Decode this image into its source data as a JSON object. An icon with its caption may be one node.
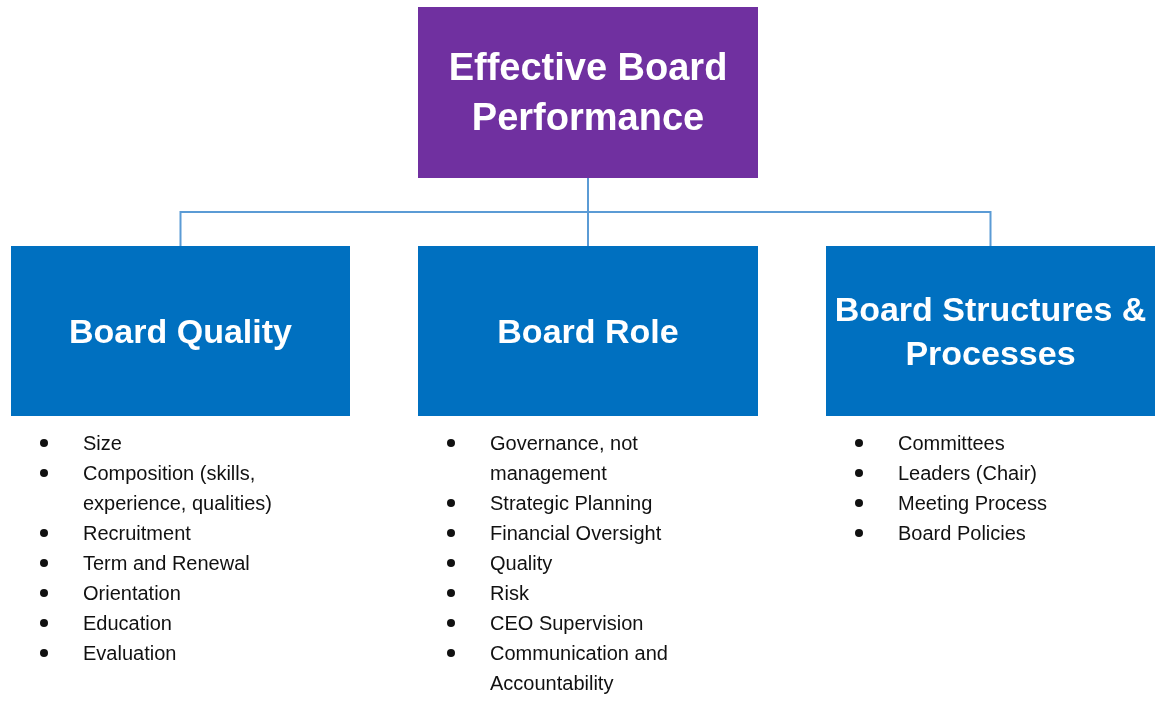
{
  "diagram": {
    "nodes": [
      {
        "text": [
          "Effective Board Performance"
        ]
      },
      {
        "text": [
          "Board Quality"
        ],
        "beside": [
          "Size",
          "Composition (skills, experience, qualities)",
          "Recruitment",
          "Term and Renewal",
          "Orientation",
          "Education",
          "Evaluation"
        ]
      },
      {
        "text": [
          "Board Role"
        ],
        "beside": [
          "Governance, not management",
          "Strategic Planning",
          "Financial Oversight",
          "Quality",
          "Risk",
          "CEO Supervision",
          "Communication and Accountability"
        ]
      },
      {
        "text": [
          "Board Structures & Processes"
        ],
        "beside": [
          "Committees",
          "Leaders (Chair)",
          "Meeting Process",
          "Board Policies"
        ]
      }
    ],
    "edges": [
      {
        "from": 0,
        "to": 1,
        "arrow": "none"
      },
      {
        "from": 0,
        "to": 2,
        "arrow": "none"
      },
      {
        "from": 0,
        "to": 3,
        "arrow": "none"
      }
    ]
  }
}
